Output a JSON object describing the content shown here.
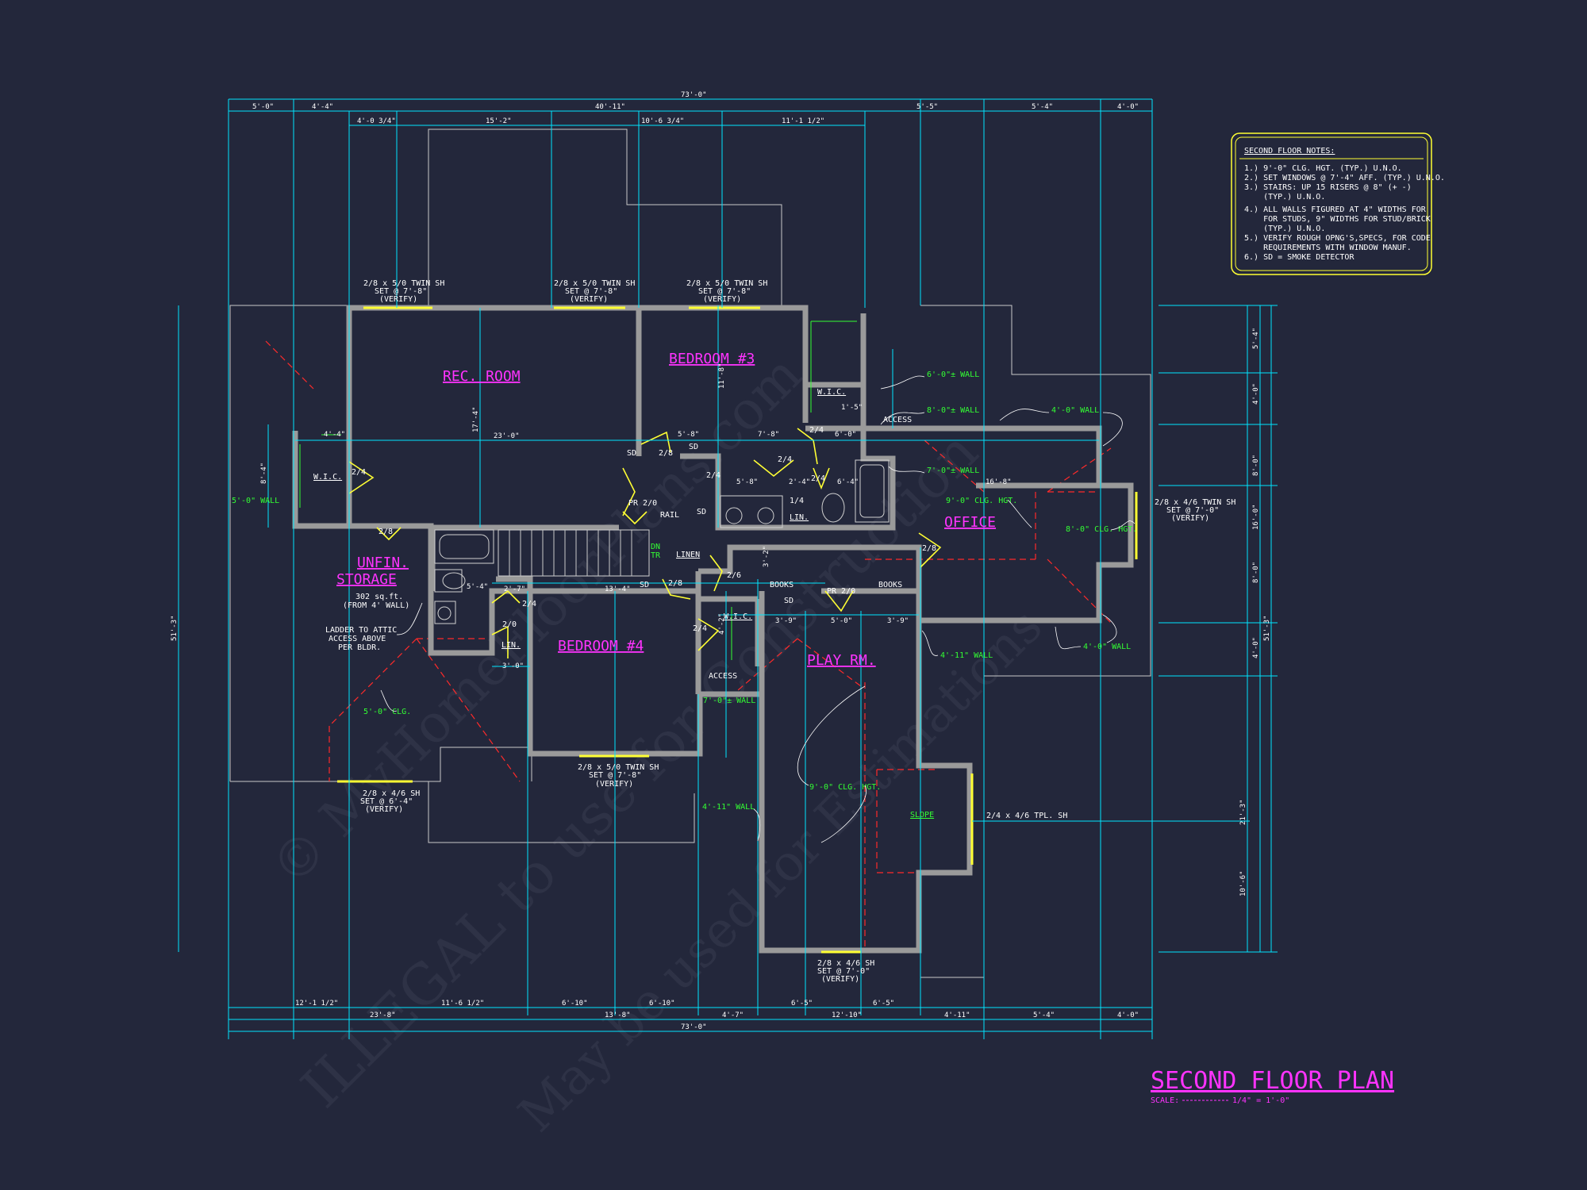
{
  "rooms": {
    "rec": "REC. ROOM",
    "bed3": "BEDROOM #3",
    "bed4": "BEDROOM #4",
    "office": "OFFICE",
    "play": "PLAY RM.",
    "unfin": "UNFIN.",
    "storage": "STORAGE",
    "storage_area": "302 sq.ft.",
    "storage_from": "(FROM 4' WALL)"
  },
  "labels": {
    "wic": "W.I.C.",
    "sd": "SD",
    "lin": "LIN.",
    "linen": "LINEN",
    "books": "BOOKS",
    "access": "ACCESS",
    "rail": "RAIL",
    "pr210": "PR 2/0",
    "dn": "DN",
    "tr": "TR",
    "slope": "SLOPE",
    "d24": "2/4",
    "d28": "2/8",
    "d26": "2/6",
    "d20": "2/0",
    "d14": "1/4",
    "ladder1": "LADDER TO ATTIC",
    "ladder2": "ACCESS ABOVE",
    "ladder3": "PER BLDR."
  },
  "green": {
    "w50": "5'-0\" WALL",
    "w60": "6'-0\"± WALL",
    "w80": "8'-0\"± WALL",
    "w70": "7'-0\"± WALL",
    "w40": "4'-0\" WALL",
    "w40b": "4'-0\" WALL",
    "w411": "4'-11\" WALL",
    "w411b": "4'-11\" WALL",
    "w70b": "7'-0\"± WALL",
    "c50": "5'-0\" CLG.",
    "c80": "8'-0\" CLG. HGT.",
    "c90": "9'-0\" CLG. HGT.",
    "c90b": "9'-0\" CLG. HGT."
  },
  "windows": {
    "w1a": "2/8 x 5/0 TWIN SH",
    "w1b": "SET @ 7'-8\"",
    "w1c": "(VERIFY)",
    "w2a": "2/8 x 5/0 TWIN SH",
    "w2b": "SET @ 7'-8\"",
    "w2c": "(VERIFY)",
    "w3a": "2/8 x 5/0 TWIN SH",
    "w3b": "SET @ 7'-8\"",
    "w3c": "(VERIFY)",
    "w4a": "2/8 x 4/6 TWIN SH",
    "w4b": "SET @ 7'-0\"",
    "w4c": "(VERIFY)",
    "w5a": "2/8 x 5/0 TWIN SH",
    "w5b": "SET @ 7'-8\"",
    "w5c": "(VERIFY)",
    "w6a": "2/8 x 4/6 SH",
    "w6b": "SET @ 6'-4\"",
    "w6c": "(VERIFY)",
    "w7a": "2/8 x 4/6 SH",
    "w7b": "SET @ 7'-0\"",
    "w7c": "(VERIFY)",
    "w8": "2/4 x 4/6 TPL. SH"
  },
  "dims": {
    "top_overall": "73'-0\"",
    "t1": "5'-0\"",
    "t2": "4'-4\"",
    "t3": "40'-11\"",
    "t4": "5'-5\"",
    "t5": "5'-4\"",
    "t6": "4'-0\"",
    "t7": "4'-0 3/4\"",
    "t8": "15'-2\"",
    "t9": "10'-6 3/4\"",
    "t10": "11'-1 1/2\"",
    "b1": "12'-1 1/2\"",
    "b2": "11'-6 1/2\"",
    "b3": "6'-10\"",
    "b4": "6'-10\"",
    "b5": "6'-5\"",
    "b6": "6'-5\"",
    "b7": "23'-8\"",
    "b8": "13'-8\"",
    "b9": "4'-7\"",
    "b10": "12'-10\"",
    "b11": "4'-11\"",
    "b12": "5'-4\"",
    "b13": "4'-0\"",
    "bottom_overall": "73'-0\"",
    "left_overall": "51'-3\"",
    "r1": "5'-4\"",
    "r2": "4'-0\"",
    "r3": "8'-0\"",
    "r4": "16'-0\"",
    "r5": "8'-0\"",
    "r6": "4'-0\"",
    "r7": "51'-3\"",
    "r8": "21'-3\"",
    "r9": "10'-6\"",
    "i1": "23'-0\"",
    "i2": "17'-4\"",
    "i3": "11'-8\"",
    "i4": "4'-4\"",
    "i5": "8'-4\"",
    "i6": "5'-8\"",
    "i7": "7'-8\"",
    "i8": "6'-0\"",
    "i9": "1'-5\"",
    "i10": "5'-8\"",
    "i11": "2'-4\"",
    "i12": "6'-4\"",
    "i13": "16'-8\"",
    "i14": "2'-7\"",
    "i15": "13'-4\"",
    "i16": "3'-9\"",
    "i17": "5'-0\"",
    "i18": "3'-9\"",
    "i19": "3'-0\"",
    "i20": "5'-4\"",
    "i21": "4'-2\"",
    "i22": "3'-2\""
  },
  "notes": {
    "title": "SECOND FLOOR NOTES:",
    "lines": [
      "1.) 9'-0\" CLG. HGT. (TYP.) U.N.O.",
      "2.) SET WINDOWS @ 7'-4\" AFF. (TYP.) U.N.O.",
      "3.) STAIRS: UP 15 RISERS @ 8\" (+ -)",
      "    (TYP.) U.N.O.",
      "4.) ALL WALLS FIGURED AT 4\" WIDTHS FOR",
      "    FOR STUDS, 9\" WIDTHS FOR STUD/BRICK",
      "    (TYP.) U.N.O.",
      "5.) VERIFY ROUGH OPNG'S,SPECS, FOR CODE",
      "    REQUIREMENTS WITH WINDOW MANUF.",
      "6.) SD = SMOKE DETECTOR"
    ]
  },
  "title": {
    "main": "SECOND FLOOR PLAN",
    "scale_label": "SCALE:",
    "scale_value": "1/4\" = 1'-0\""
  },
  "watermark": {
    "line1": "© MyHomeFloorPlans.com",
    "line2": "ILLEGAL to use for Construction",
    "line3": "May be used for Estimations"
  },
  "colors": {
    "background": "#23273b",
    "dimension": "#00e5ff",
    "room_label": "#ff33ff",
    "note_text": "#33ff33",
    "door": "#ffff33",
    "roof_hip": "#ff2a2a"
  }
}
